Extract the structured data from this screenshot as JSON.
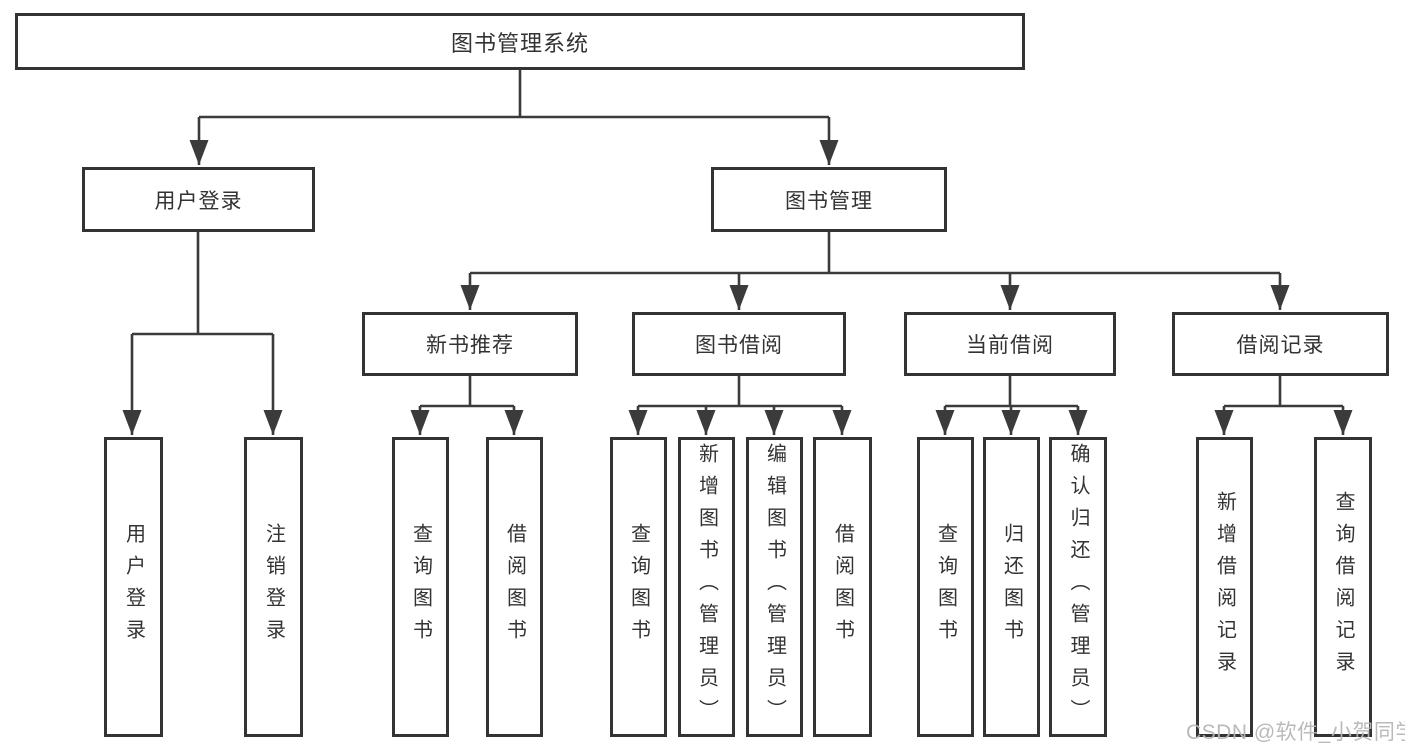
{
  "diagram": {
    "root": {
      "label": "图书管理系统"
    },
    "level2": [
      {
        "label": "用户登录",
        "parent": "图书管理系统"
      },
      {
        "label": "图书管理",
        "parent": "图书管理系统"
      }
    ],
    "level3": [
      {
        "label": "新书推荐",
        "parent": "图书管理"
      },
      {
        "label": "图书借阅",
        "parent": "图书管理"
      },
      {
        "label": "当前借阅",
        "parent": "图书管理"
      },
      {
        "label": "借阅记录",
        "parent": "图书管理"
      }
    ],
    "level4": [
      {
        "label": "用户登录",
        "parent": "用户登录"
      },
      {
        "label": "注销登录",
        "parent": "用户登录"
      },
      {
        "label": "查询图书",
        "parent": "新书推荐"
      },
      {
        "label": "借阅图书",
        "parent": "新书推荐"
      },
      {
        "label": "查询图书",
        "parent": "图书借阅"
      },
      {
        "label": "新增图书（管理员）",
        "parent": "图书借阅"
      },
      {
        "label": "编辑图书（管理员）",
        "parent": "图书借阅"
      },
      {
        "label": "借阅图书",
        "parent": "图书借阅"
      },
      {
        "label": "查询图书",
        "parent": "当前借阅"
      },
      {
        "label": "归还图书",
        "parent": "当前借阅"
      },
      {
        "label": "确认归还（管理员）",
        "parent": "当前借阅"
      },
      {
        "label": "新增借阅记录",
        "parent": "借阅记录"
      },
      {
        "label": "查询借阅记录",
        "parent": "借阅记录"
      }
    ],
    "colors": {
      "line": "#3b3b3b",
      "box_border": "#333333",
      "text": "#333333",
      "background": "#ffffff",
      "watermark": "#b6b6b6"
    }
  },
  "watermark": {
    "text": "CSDN @软件_小贺同学"
  }
}
